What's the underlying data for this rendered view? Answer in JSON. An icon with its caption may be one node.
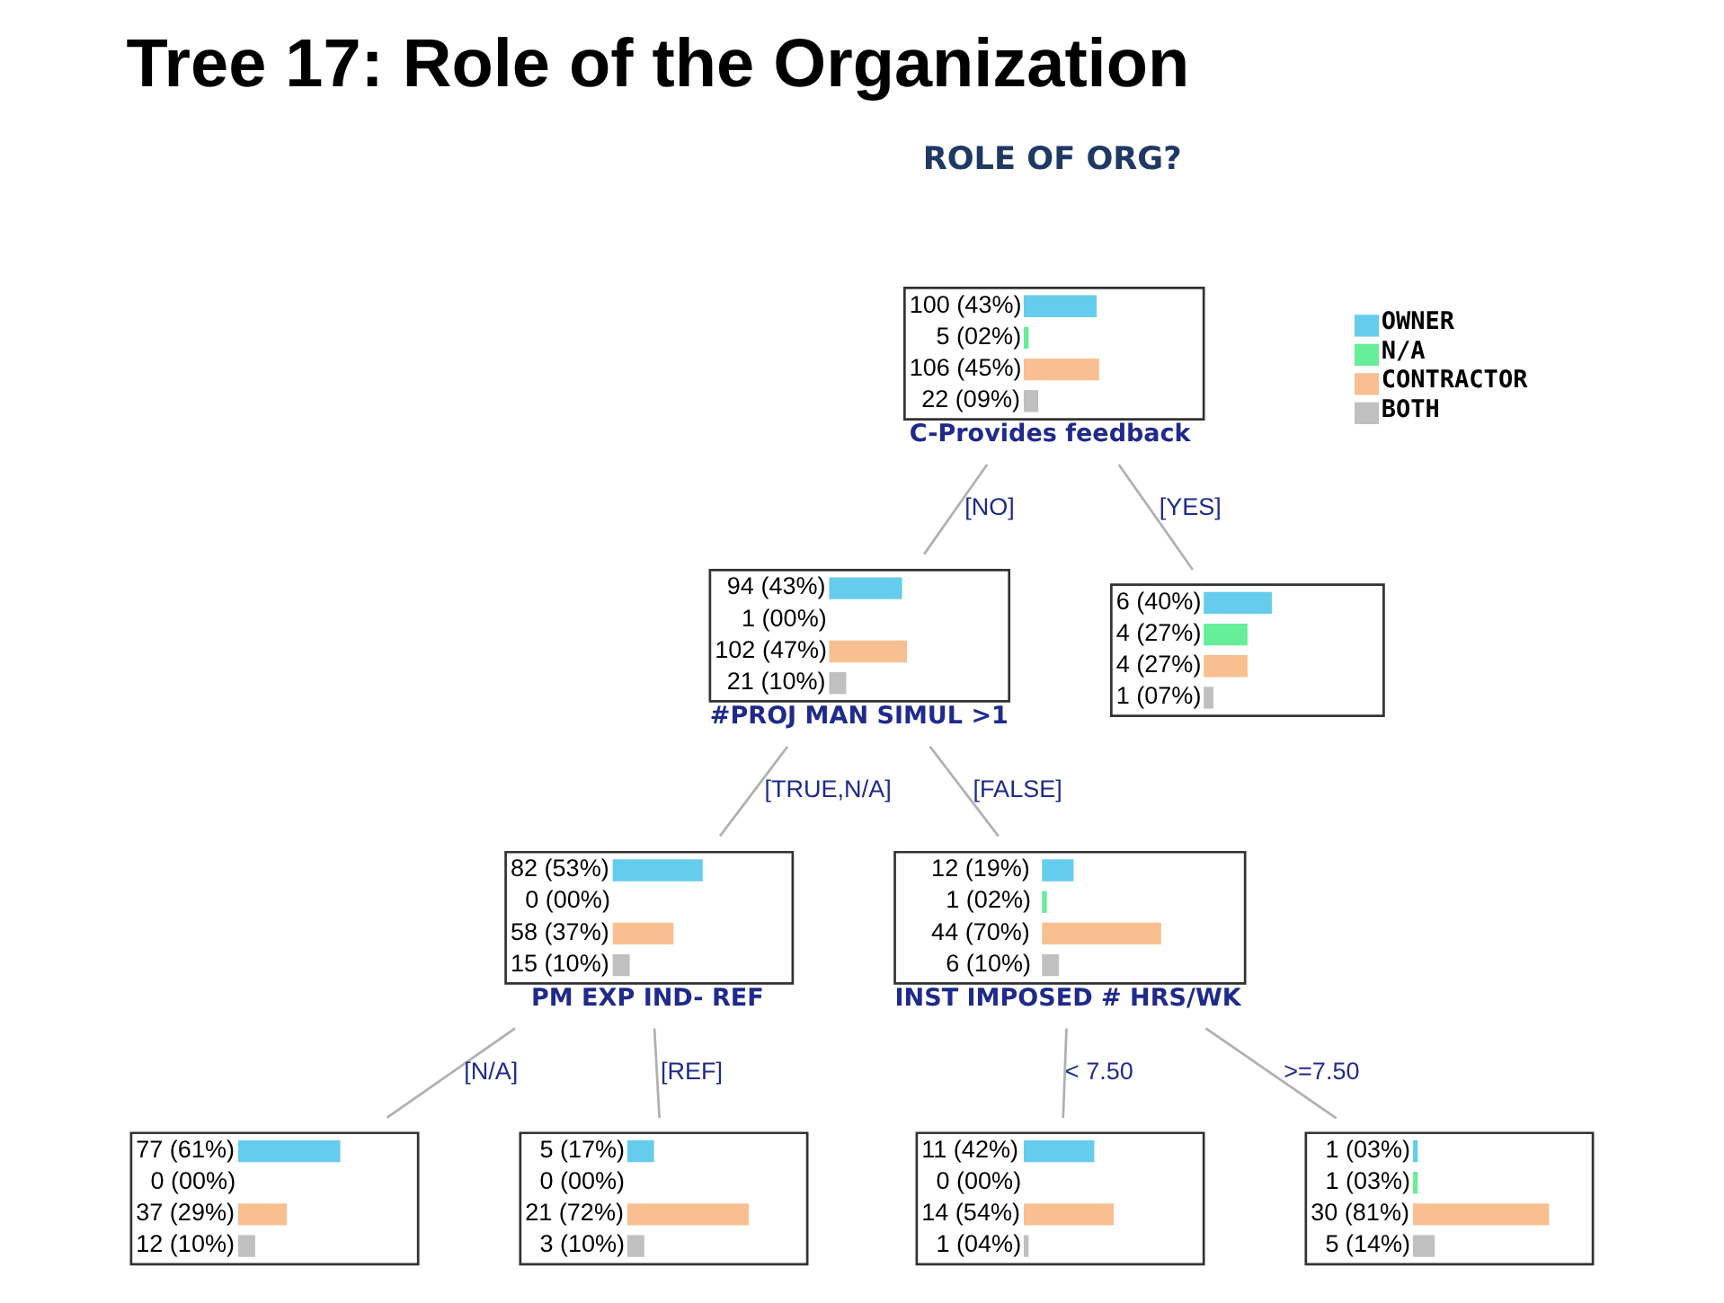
{
  "diagram": {
    "title": "Tree 17: Role of the Organization",
    "nodes": [
      {
        "text": [
          "100 (43%)",
          "5 (02%)",
          "106 (45%)",
          "22 (09%)"
        ],
        "beside": [
          "C-Provides feedback"
        ]
      },
      {
        "text": [
          "94 (43%)",
          "1 (00%)",
          "102 (47%)",
          "21 (10%)"
        ],
        "beside": [
          "#PROJ MAN SIMUL >1"
        ]
      },
      {
        "text": [
          "6 (40%)",
          "4 (27%)",
          "4 (27%)",
          "1 (07%)"
        ]
      },
      {
        "text": [
          "82 (53%)",
          "0 (00%)",
          "58 (37%)",
          "15 (10%)"
        ],
        "beside": [
          "PM EXP IND- REF"
        ]
      },
      {
        "text": [
          "12 (19%)",
          "1 (02%)",
          "44 (70%)",
          "6 (10%)"
        ],
        "beside": [
          "INST IMPOSED # HRS/WK"
        ]
      },
      {
        "text": [
          "77 (61%)",
          "0 (00%)",
          "37 (29%)",
          "12 (10%)"
        ]
      },
      {
        "text": [
          "5 (17%)",
          "0 (00%)",
          "21 (72%)",
          "3 (10%)"
        ]
      },
      {
        "text": [
          "11 (42%)",
          "0 (00%)",
          "14 (54%)",
          "1 (04%)"
        ]
      },
      {
        "text": [
          "1 (03%)",
          "1 (03%)",
          "30 (81%)",
          "5 (14%)"
        ]
      }
    ],
    "edges": [
      {
        "from": 0,
        "to": 1,
        "arrow": "none",
        "label": "[NO]"
      },
      {
        "from": 0,
        "to": 2,
        "arrow": "none",
        "label": "[YES]"
      },
      {
        "from": 1,
        "to": 3,
        "arrow": "none",
        "label": "[TRUE,N/A]"
      },
      {
        "from": 1,
        "to": 4,
        "arrow": "none",
        "label": "[FALSE]"
      },
      {
        "from": 3,
        "to": 5,
        "arrow": "none",
        "label": "[N/A]"
      },
      {
        "from": 3,
        "to": 6,
        "arrow": "none",
        "label": "[REF]"
      },
      {
        "from": 4,
        "to": 7,
        "arrow": "none",
        "label": "< 7.50"
      },
      {
        "from": 4,
        "to": 8,
        "arrow": "none",
        "label": ">=7.50"
      }
    ],
    "labels": [
      "ROLE OF ORG?"
    ],
    "legend": [
      {
        "text": "OWNER",
        "color": "#66ccee"
      },
      {
        "text": "N/A",
        "color": "#66ee99"
      },
      {
        "text": "CONTRACTOR",
        "color": "#f8c090"
      },
      {
        "text": "BOTH",
        "color": "#c0c0c0"
      }
    ]
  }
}
